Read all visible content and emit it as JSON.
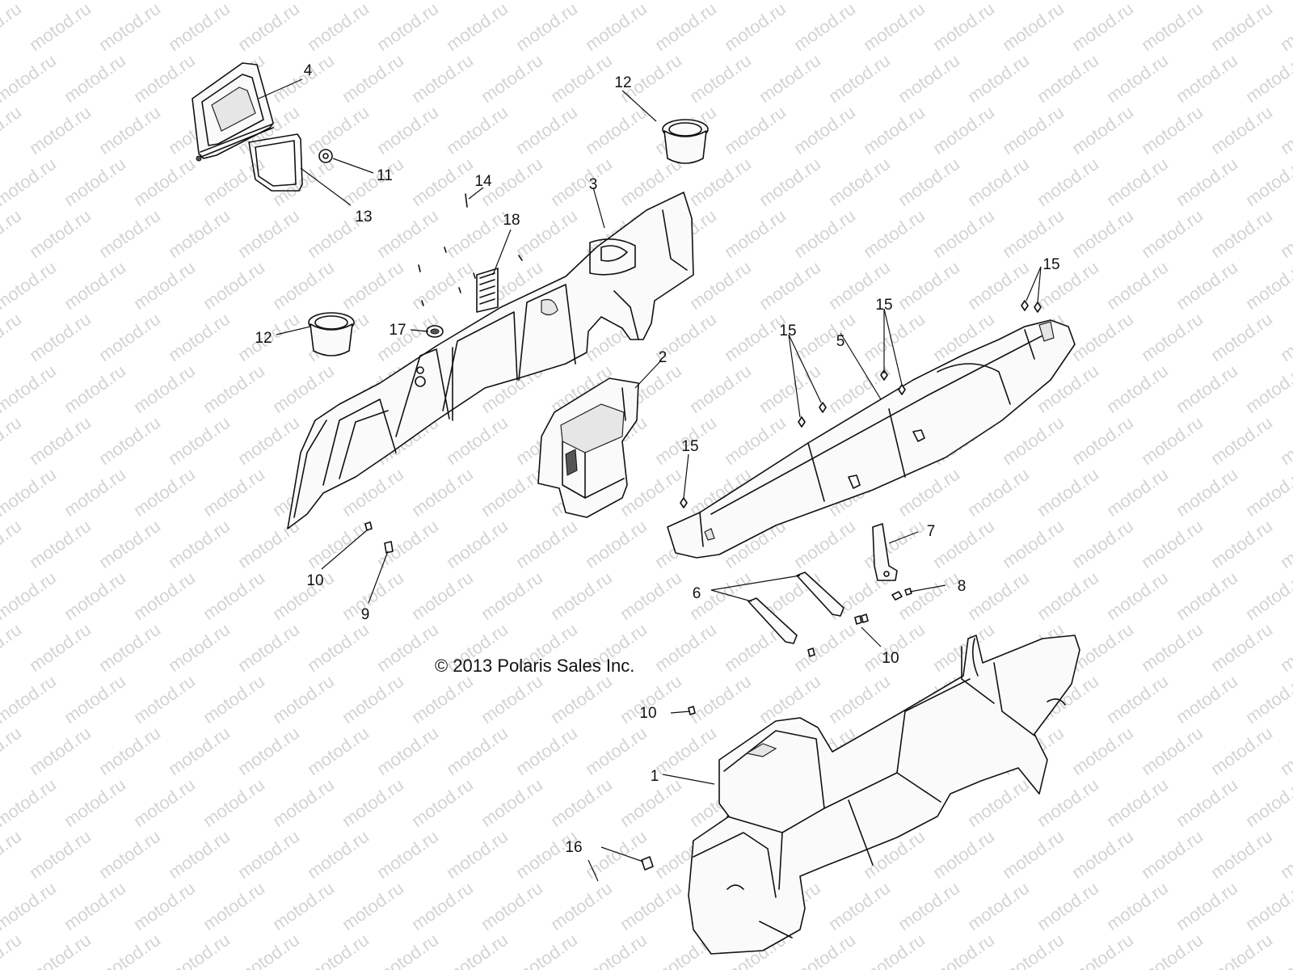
{
  "diagram": {
    "watermark_text": "motod.ru",
    "copyright": "© 2013 Polaris Sales Inc.",
    "callouts": [
      {
        "id": "c1",
        "label": "1"
      },
      {
        "id": "c2",
        "label": "2"
      },
      {
        "id": "c3",
        "label": "3"
      },
      {
        "id": "c4",
        "label": "4"
      },
      {
        "id": "c5",
        "label": "5"
      },
      {
        "id": "c6",
        "label": "6"
      },
      {
        "id": "c7",
        "label": "7"
      },
      {
        "id": "c8",
        "label": "8"
      },
      {
        "id": "c9",
        "label": "9"
      },
      {
        "id": "c10a",
        "label": "10"
      },
      {
        "id": "c10b",
        "label": "10"
      },
      {
        "id": "c10c",
        "label": "10"
      },
      {
        "id": "c11",
        "label": "11"
      },
      {
        "id": "c12a",
        "label": "12"
      },
      {
        "id": "c12b",
        "label": "12"
      },
      {
        "id": "c13",
        "label": "13"
      },
      {
        "id": "c14",
        "label": "14"
      },
      {
        "id": "c15a",
        "label": "15"
      },
      {
        "id": "c15b",
        "label": "15"
      },
      {
        "id": "c15c",
        "label": "15"
      },
      {
        "id": "c15d",
        "label": "15"
      },
      {
        "id": "c16",
        "label": "16"
      },
      {
        "id": "c17",
        "label": "17"
      },
      {
        "id": "c18",
        "label": "18"
      }
    ]
  }
}
